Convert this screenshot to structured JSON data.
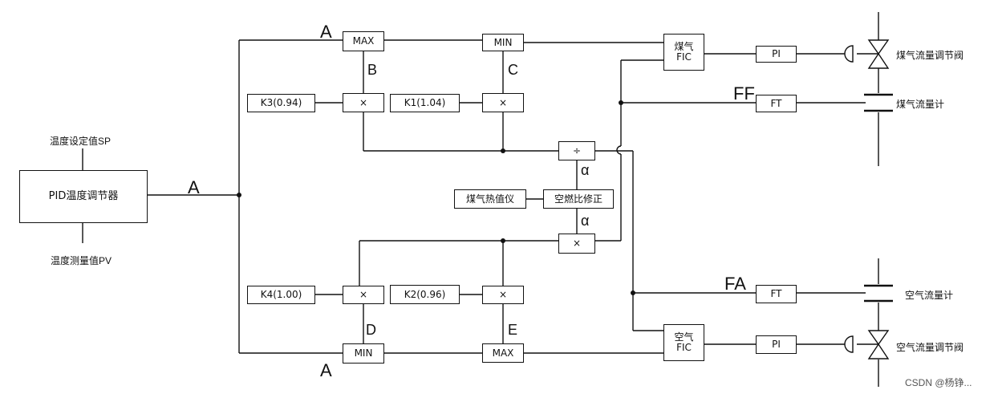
{
  "pid": {
    "block": "PID温度调节器",
    "setpoint": "温度设定值SP",
    "measured": "温度测量值PV"
  },
  "labels": {
    "A_main": "A",
    "A_top": "A",
    "A_bottom": "A",
    "B": "B",
    "C": "C",
    "D": "D",
    "E": "E",
    "alpha_top": "α",
    "alpha_bottom": "α",
    "FF": "FF",
    "FA": "FA"
  },
  "blocks": {
    "max_top": "MAX",
    "min_top": "MIN",
    "min_bottom": "MIN",
    "max_bottom": "MAX",
    "mult": "×",
    "div": "÷",
    "k3": "K3(0.94)",
    "k1": "K1(1.04)",
    "k4": "K4(1.00)",
    "k2": "K2(0.96)",
    "heat_meter": "煤气热值仪",
    "ratio_corr": "空燃比修正",
    "fic_gas_1": "煤气",
    "fic_gas_2": "FIC",
    "fic_air_1": "空气",
    "fic_air_2": "FIC",
    "pi": "PI",
    "ft": "FT"
  },
  "devices": {
    "gas_valve": "煤气流量调节阀",
    "gas_meter": "煤气流量计",
    "air_meter": "空气流量计",
    "air_valve": "空气流量调节阀"
  },
  "watermark": "CSDN @杨铮..."
}
